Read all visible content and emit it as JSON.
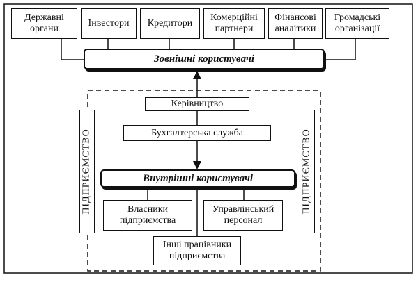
{
  "external_users": {
    "title": "Зовнішні користувачі",
    "items": [
      {
        "id": "gov",
        "label": "Державні\nоргани"
      },
      {
        "id": "investors",
        "label": "Інвестори"
      },
      {
        "id": "creditors",
        "label": "Кредитори"
      },
      {
        "id": "partners",
        "label": "Комерційні\nпартнери"
      },
      {
        "id": "analysts",
        "label": "Фінансові\nаналітики"
      },
      {
        "id": "ngo",
        "label": "Громадські\nорганізації"
      }
    ]
  },
  "enterprise": {
    "side_label": "ПІДПРИЄМСТВО",
    "management": "Керівництво",
    "accounting": "Бухгалтерська служба",
    "internal_title": "Внутрішні користувачі",
    "owners": "Власники\nпідприємства",
    "managerial": "Управлінський\nперсонал",
    "other_workers": "Інші працівники\nпідприємства"
  }
}
